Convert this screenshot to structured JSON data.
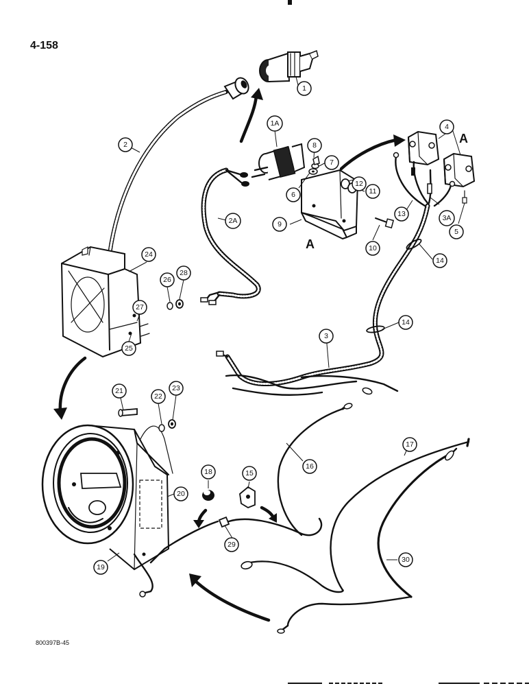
{
  "page_number": "4-158",
  "figure_code": "800397B-45",
  "view_letters": [
    "A",
    "A"
  ],
  "callouts": [
    "1",
    "1A",
    "2",
    "2A",
    "3",
    "3A",
    "4",
    "5",
    "6",
    "7",
    "8",
    "9",
    "10",
    "11",
    "12",
    "13",
    "14",
    "14",
    "15",
    "16",
    "17",
    "18",
    "19",
    "20",
    "21",
    "22",
    "23",
    "24",
    "25",
    "26",
    "27",
    "28",
    "29",
    "30"
  ]
}
